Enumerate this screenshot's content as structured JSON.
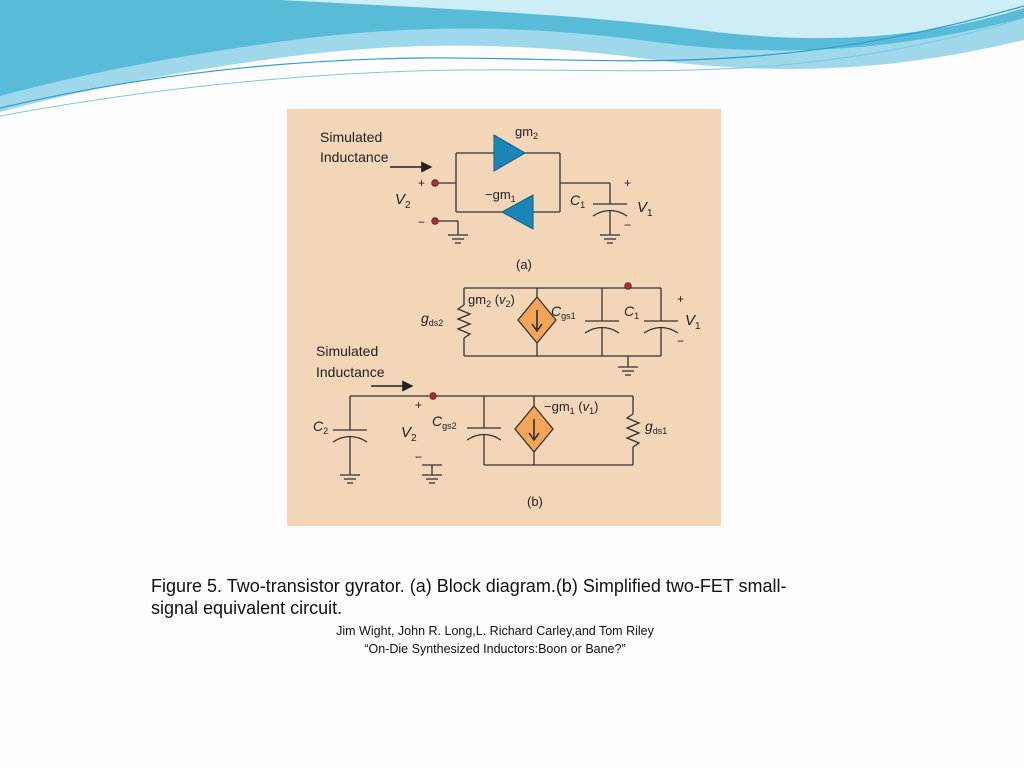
{
  "slide": {
    "caption": "Figure 5. Two-transistor gyrator. (a) Block diagram.(b) Simplified two-FET small-signal equivalent circuit.",
    "authors": "Jim Wight, John R. Long,L. Richard Carley,and Tom Riley",
    "source_title": "“On-Die Synthesized Inductors:Boon or Bane?”"
  },
  "figure": {
    "background_color": "#f3d5b8",
    "a": {
      "simulated_inductance_line1": "Simulated",
      "simulated_inductance_line2": "Inductance",
      "gm2_base": "gm",
      "gm2_sub": "2",
      "gm1_base": "−gm",
      "gm1_sub": "1",
      "v2_base": "V",
      "v2_sub": "2",
      "c1_base": "C",
      "c1_sub": "1",
      "v1_base": "V",
      "v1_sub": "1",
      "plus": "+",
      "minus": "−",
      "label": "(a)",
      "amplifier_color": "#1a86b8"
    },
    "b": {
      "gds2_base": "g",
      "gds2_sub": "ds2",
      "gm2v2_base": "gm",
      "gm2v2_sub": "2",
      "gm2v2_open": " (",
      "gm2v2_v": "v",
      "gm2v2_vsub": "2",
      "gm2v2_close": ")",
      "cgs1_base": "C",
      "cgs1_sub": "gs1",
      "c1_base": "C",
      "c1_sub": "1",
      "v1_base": "V",
      "v1_sub": "1",
      "simulated_inductance_line1": "Simulated",
      "simulated_inductance_line2": "Inductance",
      "c2_base": "C",
      "c2_sub": "2",
      "v2_base": "V",
      "v2_sub": "2",
      "cgs2_base": "C",
      "cgs2_sub": "gs2",
      "gm1v1_base": "−gm",
      "gm1v1_sub": "1",
      "gm1v1_open": " (",
      "gm1v1_v": "v",
      "gm1v1_vsub": "1",
      "gm1v1_close": ")",
      "gds1_base": "g",
      "gds1_sub": "ds1",
      "plus": "+",
      "minus": "−",
      "label": "(b)",
      "source_color": "#f5a55a"
    }
  }
}
